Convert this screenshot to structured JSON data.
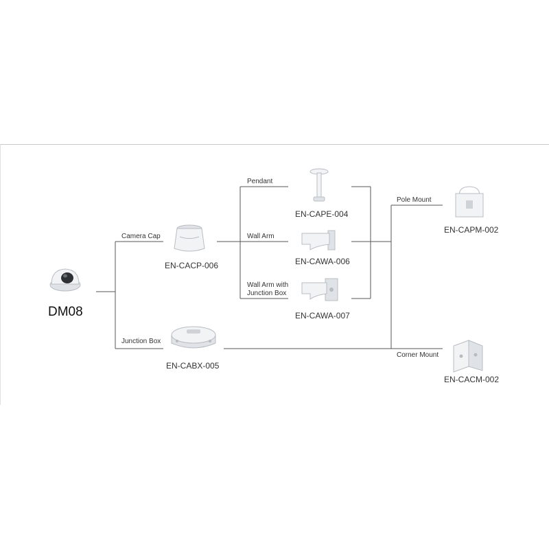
{
  "main_device": {
    "label": "DM08"
  },
  "branches": {
    "camera_cap": "Camera Cap",
    "junction_box": "Junction Box",
    "pendant": "Pendant",
    "wall_arm": "Wall Arm",
    "wall_arm_junction_line1": "Wall Arm with",
    "wall_arm_junction_line2": "Junction Box",
    "pole_mount": "Pole Mount",
    "corner_mount": "Corner Mount"
  },
  "products": {
    "cacp": "EN-CACP-006",
    "cabx": "EN-CABX-005",
    "cape": "EN-CAPE-004",
    "cawa6": "EN-CAWA-006",
    "cawa7": "EN-CAWA-007",
    "capm": "EN-CAPM-002",
    "cacm": "EN-CACM-002"
  },
  "icons": [
    "dome-camera-icon",
    "camera-cap-icon",
    "junction-box-icon",
    "pendant-mount-icon",
    "wall-arm-icon",
    "wall-arm-junction-icon",
    "pole-mount-icon",
    "corner-mount-icon"
  ]
}
